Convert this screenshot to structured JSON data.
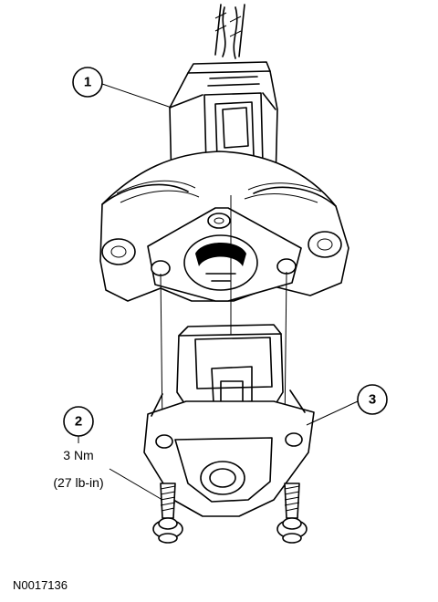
{
  "callouts": [
    {
      "number": "1"
    },
    {
      "number": "2"
    },
    {
      "number": "3"
    }
  ],
  "torque": {
    "line1": "3 Nm",
    "line2": "(27 lb-in)"
  },
  "figure_id": "N0017136"
}
